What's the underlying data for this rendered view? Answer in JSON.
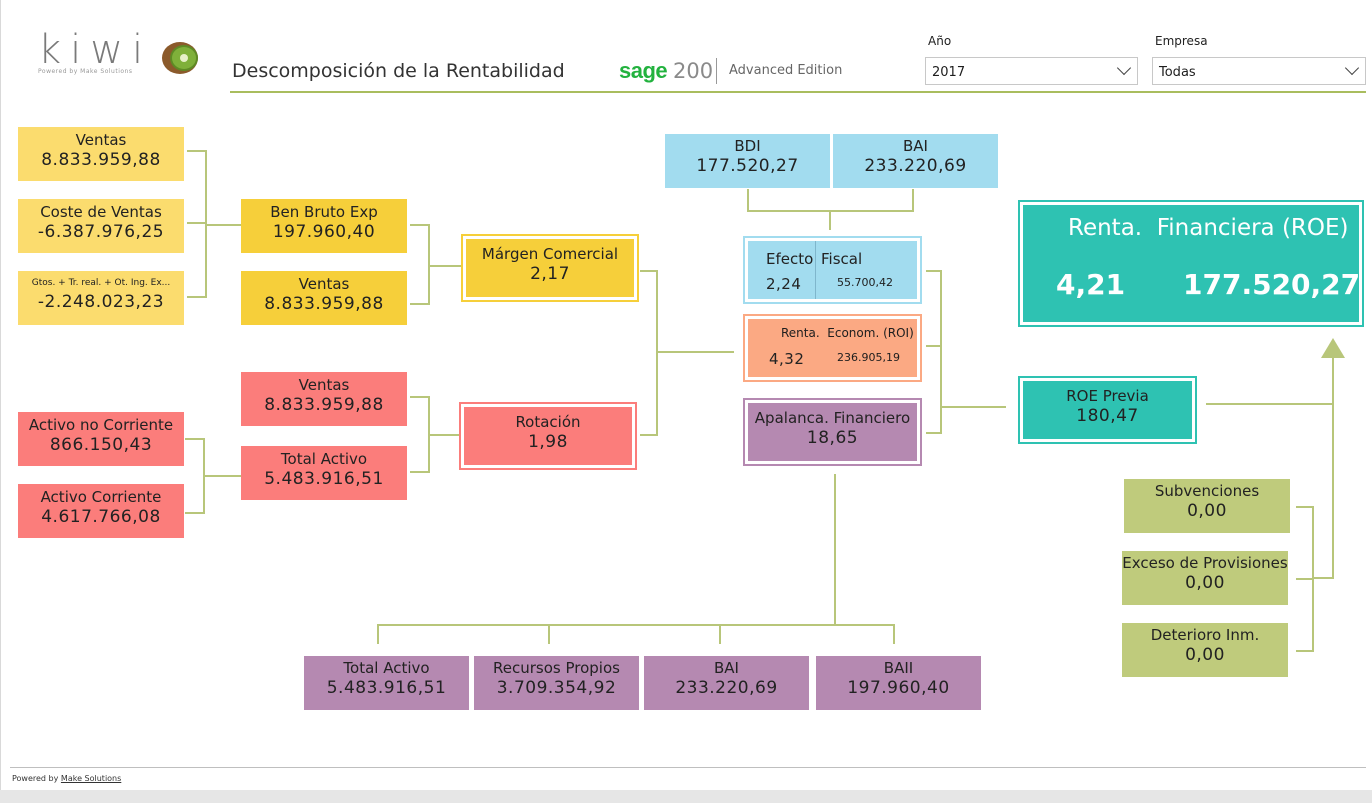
{
  "header": {
    "logo": "kiwi",
    "logo_sub": "Powered by Make Solutions",
    "title": "Descomposición de la Rentabilidad",
    "sage_brand": "sage",
    "sage_number": "200",
    "sage_edition": "Advanced Edition"
  },
  "filters": {
    "year_label": "Año",
    "year_value": "2017",
    "company_label": "Empresa",
    "company_value": "Todas"
  },
  "boxes": {
    "ventas1": {
      "label": "Ventas",
      "value": "8.833.959,88"
    },
    "coste_ventas": {
      "label": "Coste de Ventas",
      "value": "-6.387.976,25"
    },
    "gtos": {
      "label": "Gtos. + Tr. real. + Ot. Ing. Ex...",
      "value": "-2.248.023,23"
    },
    "ben_bruto": {
      "label": "Ben Bruto Exp",
      "value": "197.960,40"
    },
    "ventas2": {
      "label": "Ventas",
      "value": "8.833.959,88"
    },
    "margen": {
      "label": "Márgen Comercial",
      "value": "2,17"
    },
    "ventas3": {
      "label": "Ventas",
      "value": "8.833.959,88"
    },
    "total_activo1": {
      "label": "Total Activo",
      "value": "5.483.916,51"
    },
    "activo_no_corr": {
      "label": "Activo no Corriente",
      "value": "866.150,43"
    },
    "activo_corr": {
      "label": "Activo Corriente",
      "value": "4.617.766,08"
    },
    "rotacion": {
      "label": "Rotación",
      "value": "1,98"
    },
    "bdi": {
      "label": "BDI",
      "value": "177.520,27"
    },
    "bai_top": {
      "label": "BAI",
      "value": "233.220,69"
    },
    "efecto_fiscal": {
      "label1": "Efecto",
      "label2": "Fiscal",
      "value1": "2,24",
      "value2": "55.700,42"
    },
    "roi": {
      "label": "Renta.  Econom. (ROI)",
      "value1": "4,32",
      "value2": "236.905,19"
    },
    "apalanca": {
      "label": "Apalanca. Financiero",
      "value": "18,65"
    },
    "roe": {
      "label": "Renta.  Financiera (ROE)",
      "value1": "4,21",
      "value2": "177.520,27"
    },
    "roe_previa": {
      "label": "ROE Previa",
      "value": "180,47"
    },
    "subvenciones": {
      "label": "Subvenciones",
      "value": "0,00"
    },
    "exceso": {
      "label": "Exceso de Provisiones",
      "value": "0,00"
    },
    "deterioro": {
      "label": "Deterioro Inm.",
      "value": "0,00"
    },
    "total_activo2": {
      "label": "Total Activo",
      "value": "5.483.916,51"
    },
    "recursos": {
      "label": "Recursos Propios",
      "value": "3.709.354,92"
    },
    "bai_bottom": {
      "label": "BAI",
      "value": "233.220,69"
    },
    "baii": {
      "label": "BAII",
      "value": "197.960,40"
    }
  },
  "footer": {
    "prefix": "Powered by ",
    "link": "Make Solutions"
  },
  "colors": {
    "connector": "#b8c67a",
    "title_line": "#a9bd5e",
    "teal": "#2ec2b2",
    "sage_green": "#23b23f"
  }
}
